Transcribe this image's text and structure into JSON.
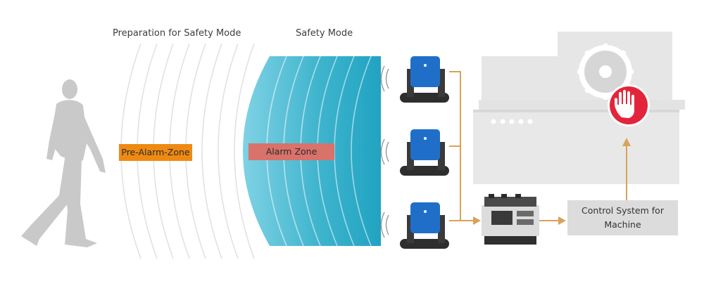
{
  "labels": {
    "preparation": "Preparation for Safety Mode",
    "safety": "Safety Mode"
  },
  "zones": {
    "pre_alarm": "Pre-Alarm-Zone",
    "alarm": "Alarm Zone"
  },
  "control_system": {
    "line1": "Control System for",
    "line2": "Machine"
  },
  "colors": {
    "pre_alarm_zone": "#ee8a12",
    "alarm_zone": "#d9726a",
    "safety_field": "#3fb4cd",
    "arrow": "#d9a25a",
    "sensor": "#1f6fc9",
    "machine": "#e6e6e6",
    "stop_sign": "#e3253c"
  },
  "icons": {
    "person": "walking-person-icon",
    "sensor": "radar-sensor-icon",
    "controller": "controller-module-icon",
    "machine": "saw-machine-icon",
    "stop": "stop-hand-icon"
  }
}
